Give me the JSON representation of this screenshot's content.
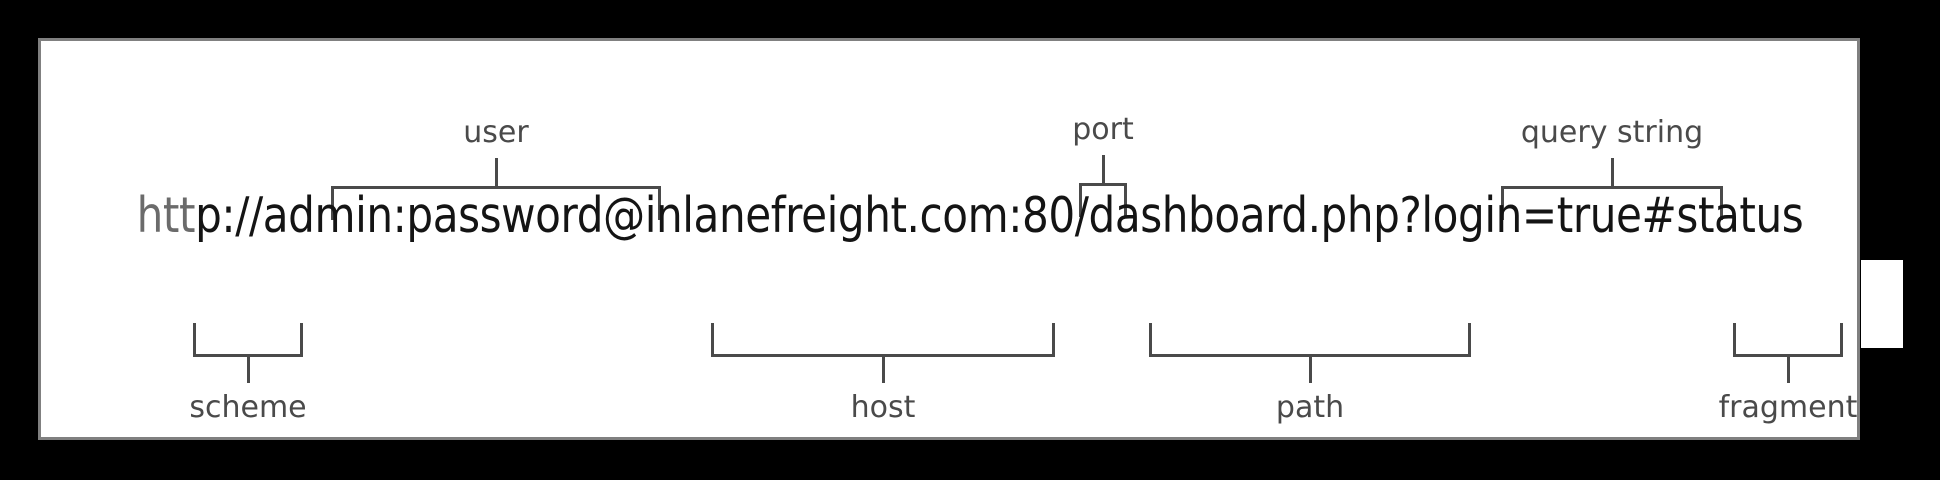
{
  "diagram": {
    "title_url": "http://admin:password@inlanefreight.com:80/dashboard.php?login=true#status",
    "url_parts": {
      "scheme_text": "htt",
      "rest_text": "p://admin:password@inlanefreight.com:80/dashboard.php?login=true#status"
    },
    "colors": {
      "background": "#000000",
      "panel": "#ffffff",
      "panel_border": "#808080",
      "bracket": "#4a4a4a",
      "label_text": "#4a4a4a",
      "url_text": "#141414",
      "url_scheme_text": "#6b6b6b"
    },
    "annotations_top": [
      {
        "id": "user",
        "label": "user"
      },
      {
        "id": "port",
        "label": "port"
      },
      {
        "id": "query-string",
        "label": "query string"
      }
    ],
    "annotations_bottom": [
      {
        "id": "scheme",
        "label": "scheme"
      },
      {
        "id": "host",
        "label": "host"
      },
      {
        "id": "path",
        "label": "path"
      },
      {
        "id": "fragment",
        "label": "fragment"
      }
    ]
  }
}
